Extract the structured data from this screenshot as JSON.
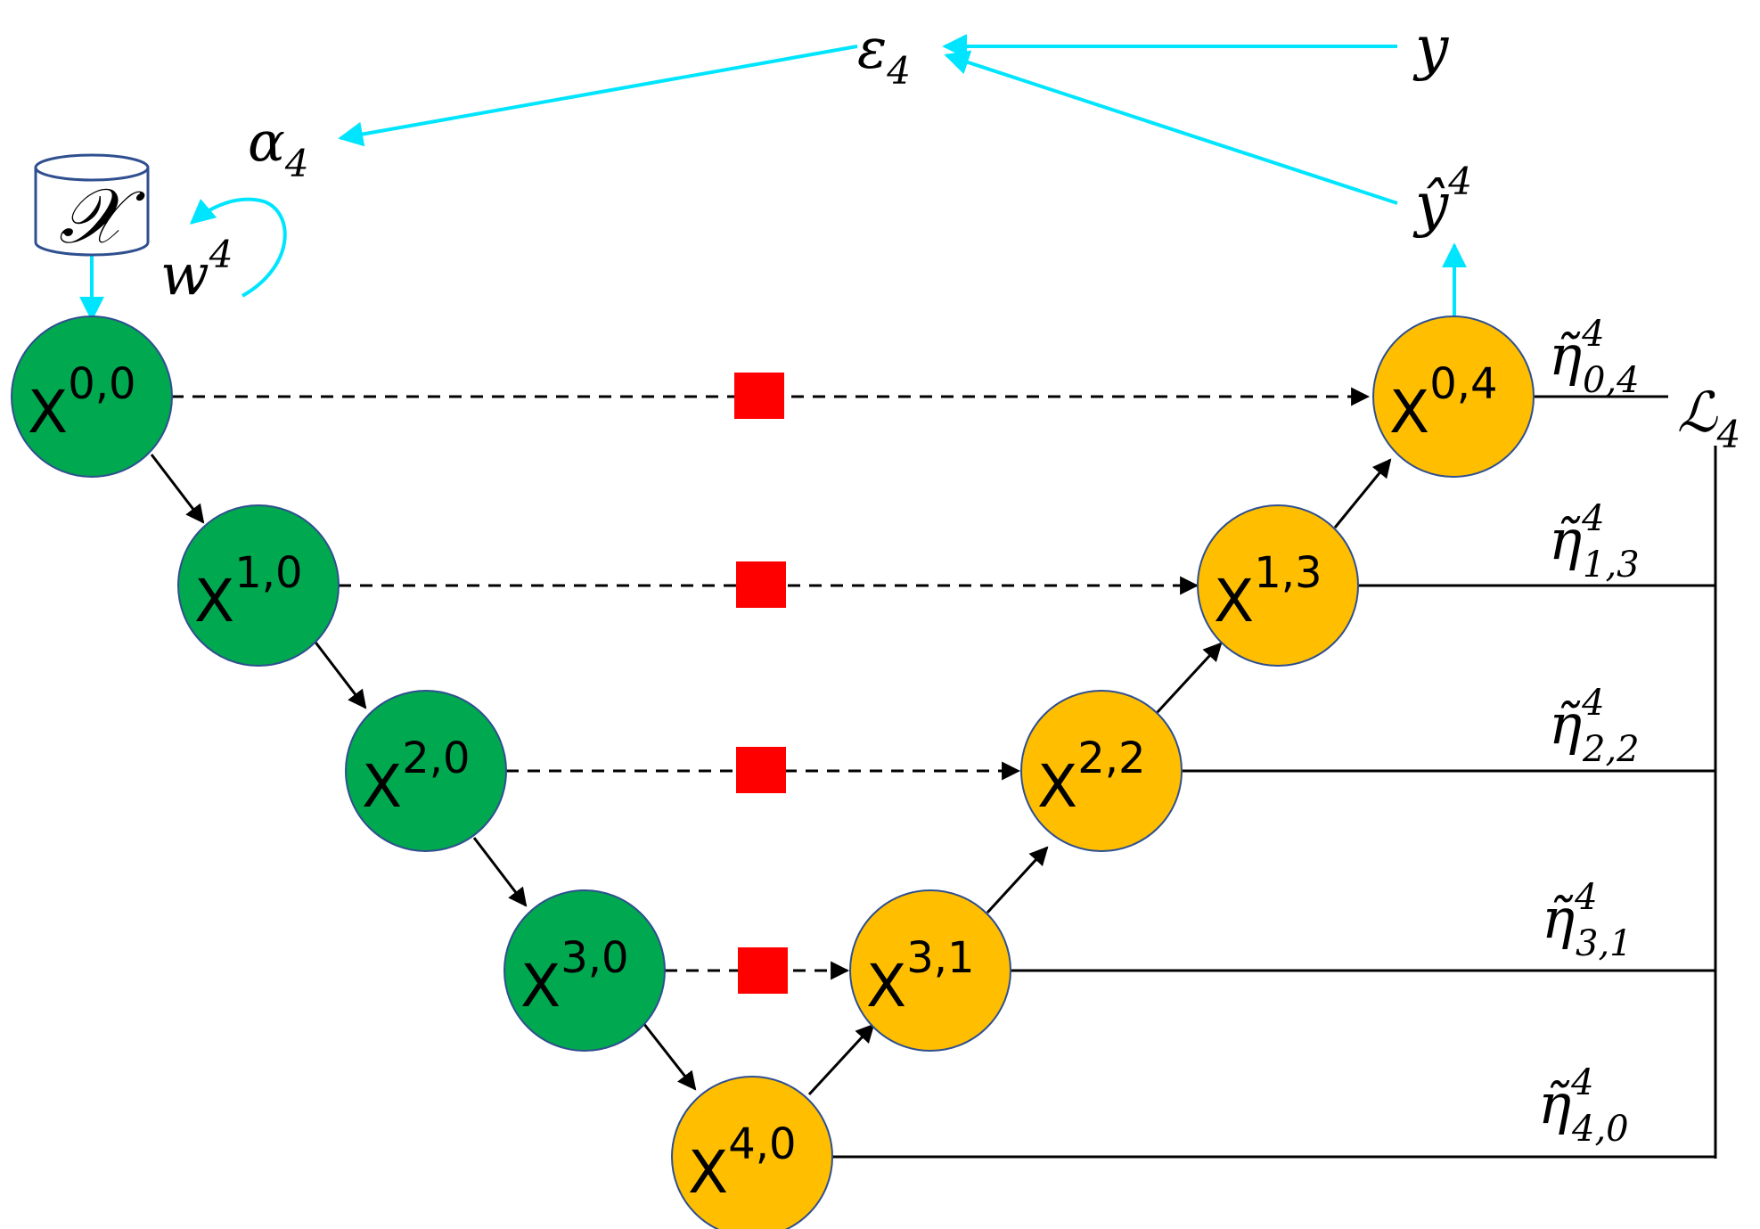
{
  "colors": {
    "encoder_node": "#00A84F",
    "decoder_node": "#FFBF00",
    "node_stroke": "#2F4F8F",
    "skip_block": "#FF0000",
    "feedback_arrow": "#00E5FF",
    "edge": "#000000"
  },
  "dataset": {
    "symbol": "𝒳",
    "shape": "cylinder-icon"
  },
  "labels": {
    "weight_base": "w",
    "weight_sup": "4",
    "alpha_base": "α",
    "alpha_sub": "4",
    "epsilon_base": "ε",
    "epsilon_sub": "4",
    "y": "y",
    "yhat_base": "ŷ",
    "yhat_sup": "4",
    "loss_base": "ℒ",
    "loss_sub": "4"
  },
  "nodes": [
    {
      "id": "n00",
      "base": "X",
      "sup": "0,0",
      "kind": "encoder"
    },
    {
      "id": "n10",
      "base": "X",
      "sup": "1,0",
      "kind": "encoder"
    },
    {
      "id": "n20",
      "base": "X",
      "sup": "2,0",
      "kind": "encoder"
    },
    {
      "id": "n30",
      "base": "X",
      "sup": "3,0",
      "kind": "encoder"
    },
    {
      "id": "n40",
      "base": "X",
      "sup": "4,0",
      "kind": "decoder"
    },
    {
      "id": "n31",
      "base": "X",
      "sup": "3,1",
      "kind": "decoder"
    },
    {
      "id": "n22",
      "base": "X",
      "sup": "2,2",
      "kind": "decoder"
    },
    {
      "id": "n13",
      "base": "X",
      "sup": "1,3",
      "kind": "decoder"
    },
    {
      "id": "n04",
      "base": "X",
      "sup": "0,4",
      "kind": "decoder"
    }
  ],
  "eta_labels": [
    {
      "base": "η̃",
      "sup": "4",
      "sub": "0,4"
    },
    {
      "base": "η̃",
      "sup": "4",
      "sub": "1,3"
    },
    {
      "base": "η̃",
      "sup": "4",
      "sub": "2,2"
    },
    {
      "base": "η̃",
      "sup": "4",
      "sub": "3,1"
    },
    {
      "base": "η̃",
      "sup": "4",
      "sub": "4,0"
    }
  ]
}
